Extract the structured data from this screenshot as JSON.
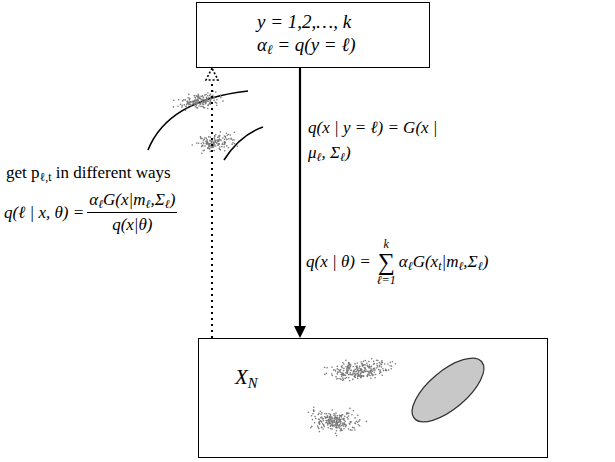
{
  "diagram": {
    "nodes": [
      {
        "text": [
          "y = 1,2,…, k",
          "αℓ = q(y = ℓ)"
        ]
      },
      {
        "text": [
          "XN"
        ]
      }
    ],
    "edges": [
      {
        "from": 0,
        "to": 1,
        "arrow": "to",
        "label": "q(x | y = ℓ) = G(x | μℓ, Σℓ)"
      },
      {
        "from": 1,
        "to": 0,
        "arrow": "to",
        "label": "get pℓ,t in different ways"
      }
    ],
    "labels": [
      "q(ℓ | x, θ) =",
      "αℓG(x|mℓ,Σℓ)",
      "q(x|θ)",
      "q(x | θ) =",
      "k",
      "∑",
      "ℓ=1",
      "αℓG(xt|mℓ,Σℓ)"
    ]
  }
}
